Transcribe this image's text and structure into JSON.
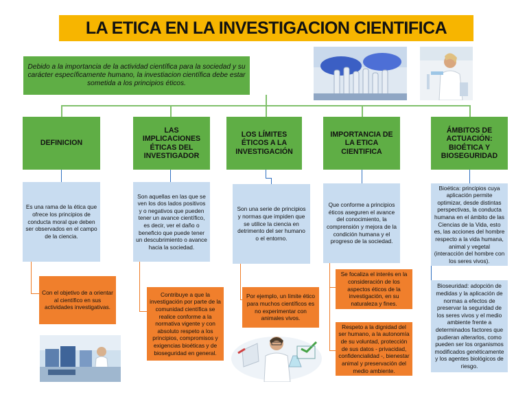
{
  "title": "LA ETICA EN LA INVESTIGACION CIENTIFICA",
  "intro": "Debido a la importancia de la actividad científica para la sociedad y su carácter específicamente humano, la investiacion científica debe estar sometida a los principios éticos.",
  "columns": [
    {
      "heading": "DEFINICION",
      "blue": "Es una rama de la ética que ofrece los principios de conducta moral que deben ser observados en el campo de la ciencia.",
      "orange": [
        "Con el objetivo de a orientar al científico en sus actividades investigativas."
      ]
    },
    {
      "heading": "LAS IMPLICACIONES ÉTICAS DEL INVESTIGADOR",
      "blue": "Son aquellas en las que se ven los dos lados positivos y o negativos que pueden tener un avance científico, es decir, ver el daño o beneficio que puede tener un descubrimiento o avance hacia la sociedad.",
      "orange": [
        "Contribuye a que la investigación por parte de la comunidad científica se realice conforme a la normativa vigente y con absoluto respeto a los principios, compromisos y exigencias bioéticas y de bioseguridad en general."
      ]
    },
    {
      "heading": "LOS LÍMITES ÉTICOS A LA INVESTIGACIÓN",
      "blue": "Son una serie de principios y normas que impiden que se utilice la ciencia en detrimento del ser humano o el entorno.",
      "orange": [
        "Por ejemplo, un límite ético para muchos científicos es no experimentar con animales vivos."
      ]
    },
    {
      "heading": "IMPORTANCIA DE LA ETICA CIENTIFICA",
      "blue": "Que conforme a principios éticos aseguren el avance del conocimiento, la comprensión y mejora de la condición humana y el progreso de la sociedad.",
      "orange": [
        "Se focaliza el interés en la consideración de los aspectos éticos de la investigación, en su naturaleza y fines.",
        "Respeto a la dignidad del ser humano, a la autonomía de su voluntad, protección de sus datos - privacidad, confidencialidad -, bienestar animal y preservación del medio ambiente."
      ]
    },
    {
      "heading": "ÁMBITOS DE ACTUACIÓN: BIOÉTICA Y BIOSEGURIDAD",
      "blue": "Bioética: principios cuya aplicación permite optimizar, desde distintas perspectivas, la conducta humana en el ámbito de las Ciencias de la Vida, esto es, las acciones del hombre respecto a la vida humana, animal y vegetal (interacción del hombre con los seres vivos).",
      "blue2": "Bioseuridad: adopción de medidas y la aplicación de normas a efectos de preservar la seguridad de los seres vivos y el medio ambiente frente a determinados factores que pudieran alterarlos, como pueden ser los organismos modificados genéticamente y los agentes biológicos de riesgo."
    }
  ],
  "colors": {
    "title_bg": "#f7b500",
    "green": "#5fae45",
    "blue_box": "#c8dcf0",
    "orange_box": "#f07f2c",
    "connector_blue": "#2e6fc0"
  },
  "images": [
    "lab-test-tubes-photo",
    "scientist-pipette-photo",
    "lab-equipment-photo",
    "scientist-with-flask-photo"
  ]
}
